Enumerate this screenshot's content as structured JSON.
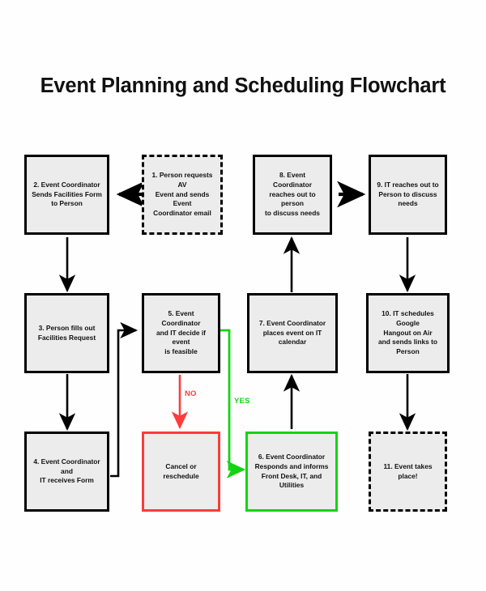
{
  "page": {
    "title": "Event Planning and Scheduling Flowchart",
    "background": "#ffffff"
  },
  "colors": {
    "node_fill": "#ececec",
    "stroke_black": "#000000",
    "stroke_red": "#ff3b3b",
    "stroke_green": "#13d413"
  },
  "nodes": [
    {
      "id": "node-1",
      "label": "1. Person requests AV\nEvent and sends Event\nCoordinator email",
      "border": "dashed",
      "border_color": "#000000"
    },
    {
      "id": "node-2",
      "label": "2. Event Coordinator\nSends Facilities Form\nto Person",
      "border": "solid",
      "border_color": "#000000"
    },
    {
      "id": "node-3",
      "label": "3. Person fills out\nFacilities Request",
      "border": "solid",
      "border_color": "#000000"
    },
    {
      "id": "node-4",
      "label": "4. Event Coordinator and\nIT receives Form",
      "border": "solid",
      "border_color": "#000000"
    },
    {
      "id": "node-5",
      "label": "5. Event Coordinator\nand  IT decide if event\nis feasible",
      "border": "solid",
      "border_color": "#000000"
    },
    {
      "id": "node-cancel",
      "label": "Cancel or reschedule",
      "border": "solid",
      "border_color": "#ff3b3b"
    },
    {
      "id": "node-6",
      "label": "6. Event Coordinator\nResponds and informs\nFront Desk, IT, and Utilities",
      "border": "solid",
      "border_color": "#13d413"
    },
    {
      "id": "node-7",
      "label": "7. Event Coordinator\nplaces event on IT calendar",
      "border": "solid",
      "border_color": "#000000"
    },
    {
      "id": "node-8",
      "label": "8. Event Coordinator\nreaches out to  person\nto discuss needs",
      "border": "solid",
      "border_color": "#000000"
    },
    {
      "id": "node-9",
      "label": "9. IT reaches out to\nPerson to discuss needs",
      "border": "solid",
      "border_color": "#000000"
    },
    {
      "id": "node-10",
      "label": "10. IT schedules Google\nHangout on Air\nand sends links to Person",
      "border": "solid",
      "border_color": "#000000"
    },
    {
      "id": "node-11",
      "label": "11. Event takes place!",
      "border": "dashed",
      "border_color": "#000000"
    }
  ],
  "edge_labels": {
    "no": "NO",
    "yes": "YES"
  }
}
